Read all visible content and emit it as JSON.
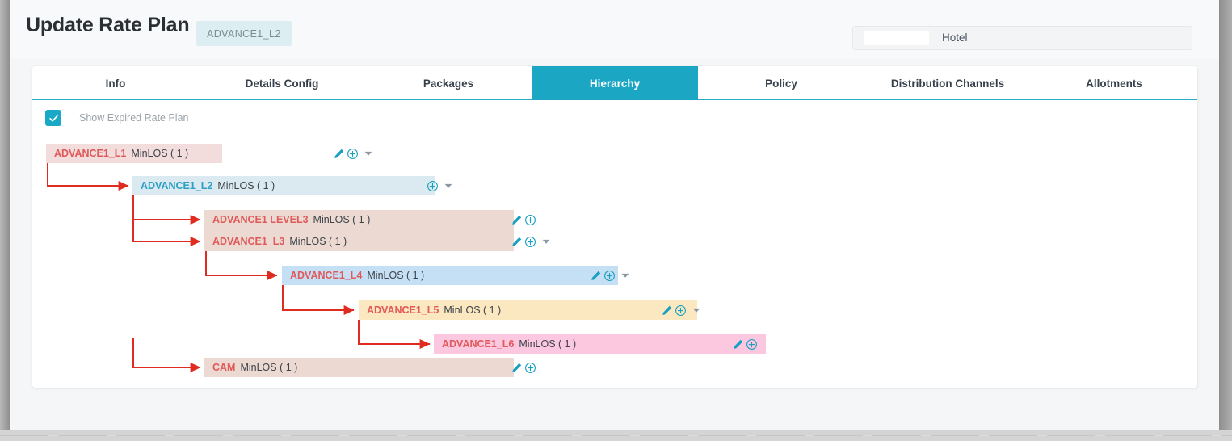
{
  "header": {
    "title": "Update Rate Plan",
    "plan_chip": "ADVANCE1_L2",
    "hotel_select": {
      "redacted_value": "",
      "label": "Hotel"
    }
  },
  "tabs": [
    {
      "label": "Info",
      "active": false
    },
    {
      "label": "Details Config",
      "active": false
    },
    {
      "label": "Packages",
      "active": false
    },
    {
      "label": "Hierarchy",
      "active": true
    },
    {
      "label": "Policy",
      "active": false
    },
    {
      "label": "Distribution Channels",
      "active": false
    },
    {
      "label": "Allotments",
      "active": false
    }
  ],
  "filter": {
    "show_expired_label": "Show Expired Rate Plan",
    "show_expired_checked": true,
    "checkbox_icon": "check-icon"
  },
  "colors": {
    "accent_teal": "#1ba7c4",
    "node_red": "#e05a5a",
    "node_teal": "#2c9fc4",
    "connector_red": "#e02b20",
    "row_l1": "#f2dcdc",
    "row_l2": "#daeaf0",
    "row_l3": "#ecd9d2",
    "row_l4": "#c5dff5",
    "row_l5": "#fbe8c0",
    "row_l6": "#fbc8e0",
    "row_cam": "#ecd9d2"
  },
  "tree": {
    "nodes": [
      {
        "id": "l1",
        "name": "ADVANCE1_L1",
        "meta": "MinLOS ( 1 )",
        "name_color": "red",
        "row_color": "#f2dcdc",
        "has_edit": true,
        "has_add": true,
        "has_chevron": true,
        "edit_icon": "pencil-icon",
        "add_icon": "circle-plus-icon",
        "chevron_icon": "chevron-down-icon"
      },
      {
        "id": "l2",
        "name": "ADVANCE1_L2",
        "meta": "MinLOS ( 1 )",
        "name_color": "teal",
        "row_color": "#daeaf0",
        "has_edit": false,
        "has_add": true,
        "has_chevron": true,
        "edit_icon": "pencil-icon",
        "add_icon": "circle-plus-icon",
        "chevron_icon": "chevron-down-icon"
      },
      {
        "id": "level3",
        "name": "ADVANCE1 LEVEL3",
        "meta": "MinLOS ( 1 )",
        "name_color": "red",
        "row_color": "#ecd9d2",
        "has_edit": true,
        "has_add": true,
        "has_chevron": false,
        "edit_icon": "pencil-icon",
        "add_icon": "circle-plus-icon",
        "chevron_icon": "chevron-down-icon"
      },
      {
        "id": "l3",
        "name": "ADVANCE1_L3",
        "meta": "MinLOS ( 1 )",
        "name_color": "red",
        "row_color": "#ecd9d2",
        "has_edit": true,
        "has_add": true,
        "has_chevron": true,
        "edit_icon": "pencil-icon",
        "add_icon": "circle-plus-icon",
        "chevron_icon": "chevron-down-icon"
      },
      {
        "id": "l4",
        "name": "ADVANCE1_L4",
        "meta": "MinLOS ( 1 )",
        "name_color": "red",
        "row_color": "#c5dff5",
        "has_edit": true,
        "has_add": true,
        "has_chevron": true,
        "edit_icon": "pencil-icon",
        "add_icon": "circle-plus-icon",
        "chevron_icon": "chevron-down-icon"
      },
      {
        "id": "l5",
        "name": "ADVANCE1_L5",
        "meta": "MinLOS ( 1 )",
        "name_color": "red",
        "row_color": "#fbe8c0",
        "has_edit": true,
        "has_add": true,
        "has_chevron": true,
        "edit_icon": "pencil-icon",
        "add_icon": "circle-plus-icon",
        "chevron_icon": "chevron-down-icon"
      },
      {
        "id": "l6",
        "name": "ADVANCE1_L6",
        "meta": "MinLOS ( 1 )",
        "name_color": "red",
        "row_color": "#fbc8e0",
        "has_edit": true,
        "has_add": true,
        "has_chevron": false,
        "edit_icon": "pencil-icon",
        "add_icon": "circle-plus-icon",
        "chevron_icon": "chevron-down-icon"
      },
      {
        "id": "cam",
        "name": "CAM",
        "meta": "MinLOS ( 1 )",
        "name_color": "red",
        "row_color": "#ecd9d2",
        "has_edit": true,
        "has_add": true,
        "has_chevron": false,
        "edit_icon": "pencil-icon",
        "add_icon": "circle-plus-icon",
        "chevron_icon": "chevron-down-icon"
      }
    ]
  }
}
